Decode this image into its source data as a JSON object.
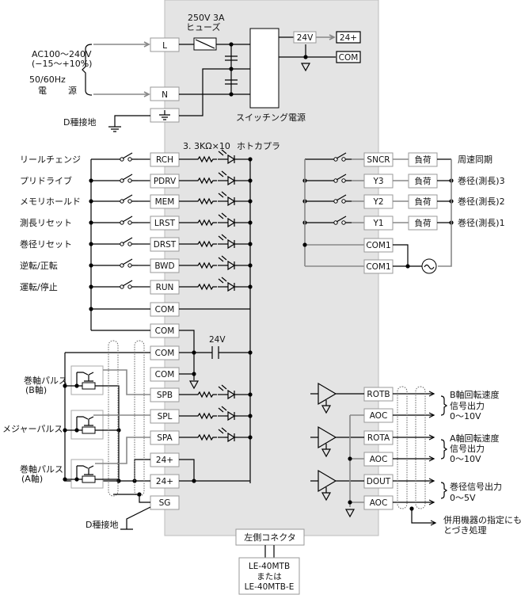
{
  "power": {
    "input_label_1": "AC100～240V",
    "input_label_2": "(−15～+10%)",
    "freq_label": "50/60Hz",
    "source_label_1": "電",
    "source_label_2": "源",
    "fuse_label_1": "250V  3A",
    "fuse_label_2": "ヒューズ",
    "terminal_l": "L",
    "terminal_n": "N",
    "ground_label": "D種接地",
    "psu_label": "スイッチング電源",
    "v24_label": "24V",
    "out_24": "24+",
    "out_com": "COM"
  },
  "inputs": {
    "resistor_label": "3. 3KΩ×10",
    "photocoupler_label": "ホトカプラ",
    "rows": [
      {
        "label": "リールチェンジ",
        "terminal": "RCH"
      },
      {
        "label": "プリドライブ",
        "terminal": "PDRV"
      },
      {
        "label": "メモリホールド",
        "terminal": "MEM"
      },
      {
        "label": "測長リセット",
        "terminal": "LRST"
      },
      {
        "label": "巻径リセット",
        "terminal": "DRST"
      },
      {
        "label": "逆転/正転",
        "terminal": "BWD"
      },
      {
        "label": "運転/停止",
        "terminal": "RUN"
      }
    ],
    "com_terminals": [
      "COM",
      "COM",
      "COM",
      "COM"
    ],
    "v24_label": "24V"
  },
  "pulses": {
    "terminals": [
      "SPB",
      "SPL",
      "SPA",
      "24+",
      "24+",
      "SG"
    ],
    "label_b_1": "巻軸パルス",
    "label_b_2": "(B軸)",
    "label_measure": "メジャーパルス",
    "label_a_1": "巻軸パルス",
    "label_a_2": "(A軸)",
    "ground_label": "D種接地"
  },
  "outputs": {
    "rows": [
      {
        "terminal": "SNCR",
        "load": "負荷",
        "label": "周速同期"
      },
      {
        "terminal": "Y3",
        "load": "負荷",
        "label": "巻径(測長)3"
      },
      {
        "terminal": "Y2",
        "load": "負荷",
        "label": "巻径(測長)2"
      },
      {
        "terminal": "Y1",
        "load": "負荷",
        "label": "巻径(測長)1"
      }
    ],
    "com_terminals": [
      "COM1",
      "COM1"
    ]
  },
  "analog": {
    "terminals": [
      "ROTB",
      "AOC",
      "ROTA",
      "AOC",
      "DOUT",
      "AOC"
    ],
    "b_label_1": "B軸回転速度",
    "b_label_2": "信号出力",
    "b_label_3": "0～10V",
    "a_label_1": "A軸回転速度",
    "a_label_2": "信号出力",
    "a_label_3": "0～10V",
    "d_label_1": "巻径信号出力",
    "d_label_2": "0～5V",
    "shield_label_1": "併用機器の指定にも",
    "shield_label_2": "とづき処理"
  },
  "connector": {
    "label": "左側コネクタ",
    "model_1": "LE-40MTB",
    "model_2": "または",
    "model_3": "LE-40MTB-E"
  }
}
